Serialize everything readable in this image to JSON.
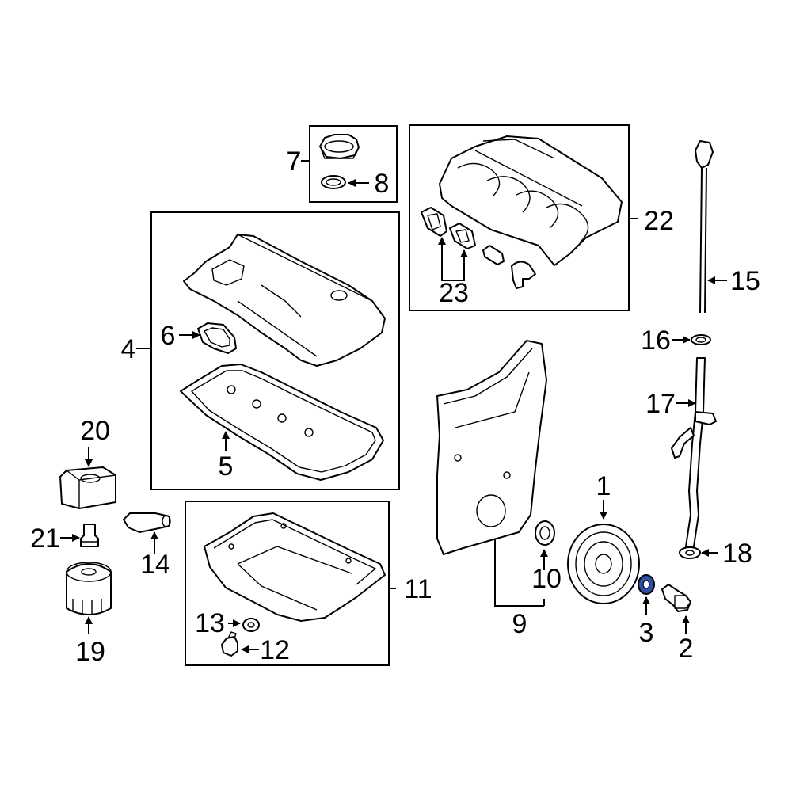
{
  "diagram": {
    "labels": [
      "1",
      "2",
      "3",
      "4",
      "5",
      "6",
      "7",
      "8",
      "9",
      "10",
      "11",
      "12",
      "13",
      "14",
      "15",
      "16",
      "17",
      "18",
      "19",
      "20",
      "21",
      "22",
      "23"
    ],
    "highlight_color": "#2a4fae",
    "highlighted_part": "3"
  }
}
